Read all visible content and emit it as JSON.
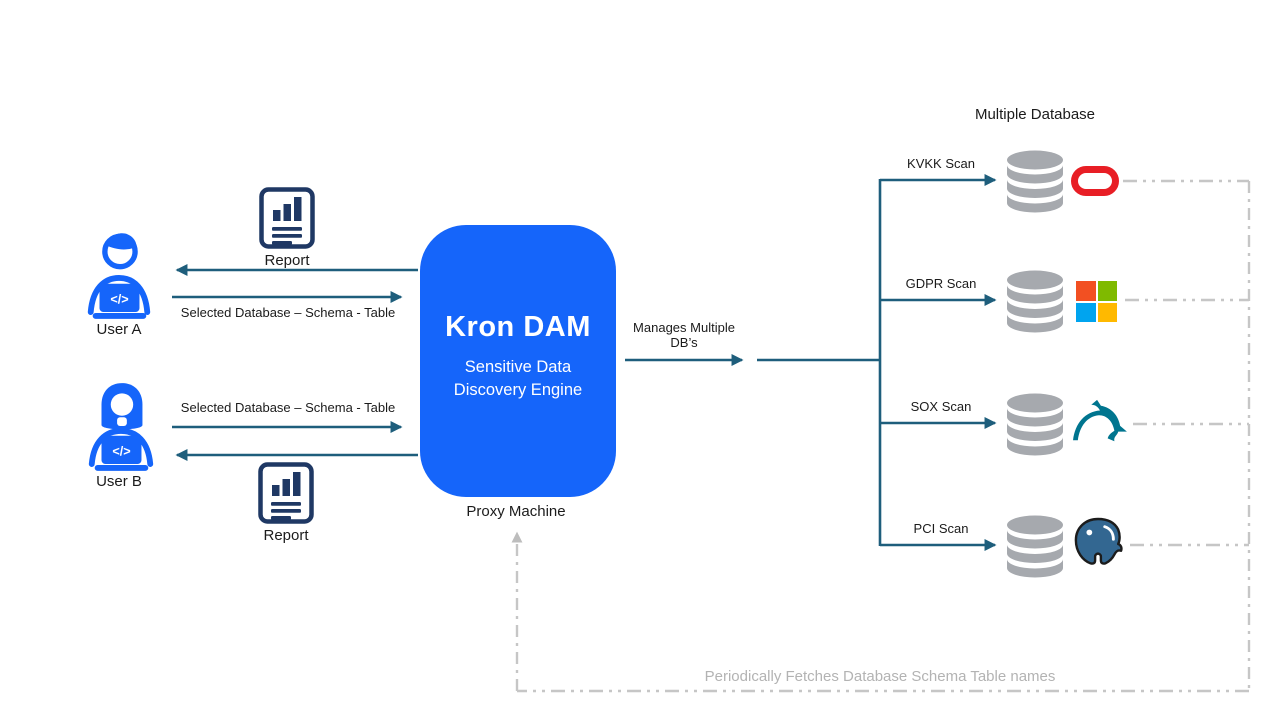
{
  "left": {
    "user_a_label": "User A",
    "user_b_label": "User B",
    "report_label": "Report",
    "selected_db_label": "Selected Database – Schema - Table"
  },
  "center": {
    "box_title": "Kron DAM",
    "box_subtitle_line1": "Sensitive Data",
    "box_subtitle_line2": "Discovery Engine",
    "caption": "Proxy Machine",
    "manages_line1": "Manages Multiple",
    "manages_line2": "DB’s"
  },
  "right": {
    "title": "Multiple Database",
    "scans": [
      {
        "label": "KVKK Scan",
        "db_icon": "oracle-logo"
      },
      {
        "label": "GDPR Scan",
        "db_icon": "microsoft-logo"
      },
      {
        "label": "SOX Scan",
        "db_icon": "mysql-logo"
      },
      {
        "label": "PCI Scan",
        "db_icon": "postgresql-logo"
      }
    ],
    "periodic_label": "Periodically Fetches Database Schema Table names"
  },
  "icons": {
    "code_glyph": "</>"
  },
  "colors": {
    "accent_blue": "#1565FA",
    "connector_teal": "#1E5E7C",
    "icon_navy": "#1F3864",
    "db_gray": "#A6A9AE",
    "dashed_gray": "#C6C6C6",
    "muted_text": "#B3B3B3",
    "oracle_red": "#E81E25",
    "microsoft_colors": [
      "#F25022",
      "#7FBA00",
      "#00A4EF",
      "#FFB900"
    ],
    "mysql_teal": "#00758F",
    "postgres_blue": "#336791"
  }
}
